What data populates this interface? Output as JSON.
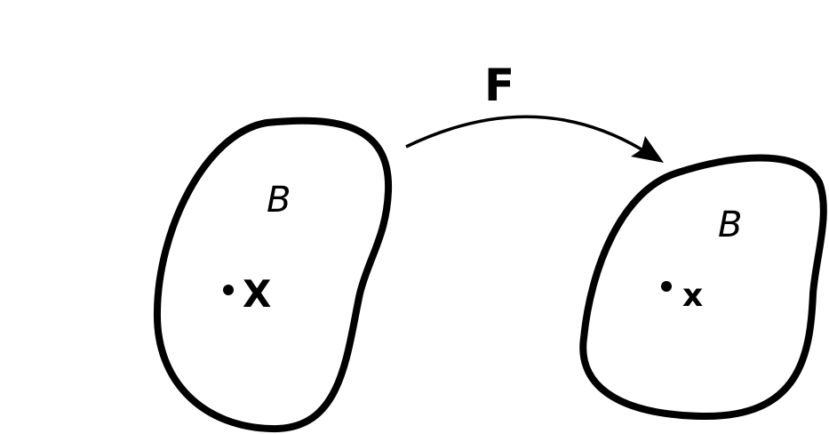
{
  "map_label": "F",
  "reference_body": {
    "label": "B",
    "point_label": "X"
  },
  "current_body": {
    "label": "B",
    "point_label": "x"
  },
  "colors": {
    "stroke": "#000000",
    "background": "#ffffff"
  }
}
